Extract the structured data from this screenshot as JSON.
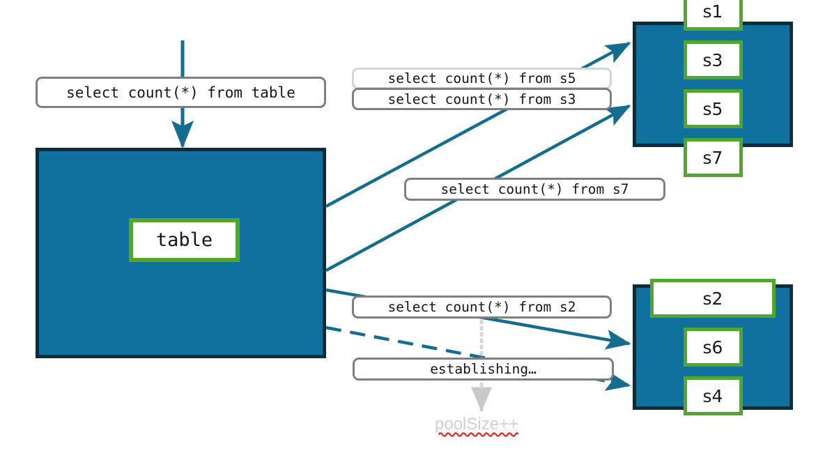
{
  "diagram": {
    "title": "connection-pool-query-routing",
    "colors": {
      "pool_fill": "#11719E",
      "pool_border": "#0E2B38",
      "connection_border": "#51A62D",
      "arrow": "#156C91",
      "label_border": "#7F7F7F",
      "label_border_faded": "#D4D4D4",
      "ghost_text": "#CFCFCF",
      "spellcheck_underline": "#EE1111",
      "canvas": "#ffffff"
    }
  },
  "source": {
    "query_label": "select count(*) from table",
    "table_node_label": "table"
  },
  "queries": [
    {
      "id": "s5",
      "label": "select count(*) from s5",
      "state": "faded"
    },
    {
      "id": "s3",
      "label": "select count(*) from s3",
      "state": "active"
    },
    {
      "id": "s7",
      "label": "select count(*) from s7",
      "state": "active"
    },
    {
      "id": "s2",
      "label": "select count(*) from s2",
      "state": "active"
    },
    {
      "id": "establishing",
      "label": "establishing…",
      "state": "pending"
    }
  ],
  "pools": [
    {
      "name": "pool-top",
      "connections": [
        {
          "label": "s1"
        },
        {
          "label": "s3"
        },
        {
          "label": "s5"
        },
        {
          "label": "s7"
        }
      ]
    },
    {
      "name": "pool-bottom",
      "connections": [
        {
          "label": "s2"
        },
        {
          "label": "s6"
        },
        {
          "label": "s4"
        }
      ]
    }
  ],
  "annotations": {
    "pool_size_increment": "poolSize++"
  }
}
